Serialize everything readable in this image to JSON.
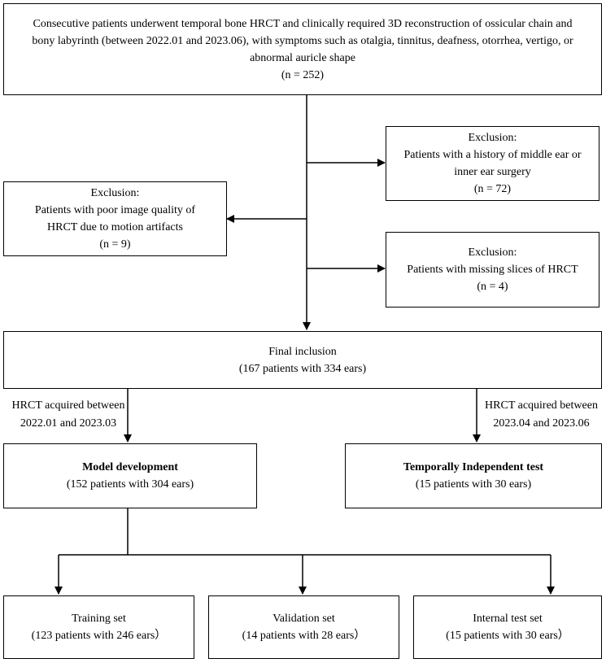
{
  "boxes": {
    "initial": {
      "line1": "Consecutive patients underwent temporal bone HRCT and clinically required 3D reconstruction of ossicular chain and",
      "line2": "bony labyrinth (between 2022.01 and 2023.06), with symptoms such as otalgia, tinnitus, deafness, otorrhea, vertigo, or",
      "line3": "abnormal auricle shape",
      "n": "(n = 252)"
    },
    "exclusion_surgery": {
      "heading": "Exclusion:",
      "line1": "Patients with a history of middle ear or",
      "line2": "inner ear surgery",
      "n": "(n = 72)"
    },
    "exclusion_motion": {
      "heading": "Exclusion:",
      "line1": "Patients with poor image quality of",
      "line2": "HRCT due to motion artifacts",
      "n": "(n = 9)"
    },
    "exclusion_missing": {
      "heading": "Exclusion:",
      "line1": "Patients with missing slices of HRCT",
      "n": "(n = 4)"
    },
    "final": {
      "heading": "Final inclusion",
      "detail": "(167 patients with 334 ears)"
    },
    "model_dev": {
      "heading": "Model development",
      "detail": "(152 patients with 304 ears)"
    },
    "temporal_test": {
      "heading": "Temporally Independent test",
      "detail": "(15 patients with 30 ears)"
    },
    "training": {
      "heading": "Training set",
      "detail": "(123 patients with 246 ears）"
    },
    "validation": {
      "heading": "Validation set",
      "detail": "(14 patients with 28 ears）"
    },
    "internal_test": {
      "heading": "Internal test set",
      "detail": "(15 patients with 30 ears）"
    }
  },
  "edge_labels": {
    "left_line1": "HRCT acquired between",
    "left_line2": "2022.01 and 2023.03",
    "right_line1": "HRCT acquired between",
    "right_line2": "2023.04 and 2023.06"
  }
}
